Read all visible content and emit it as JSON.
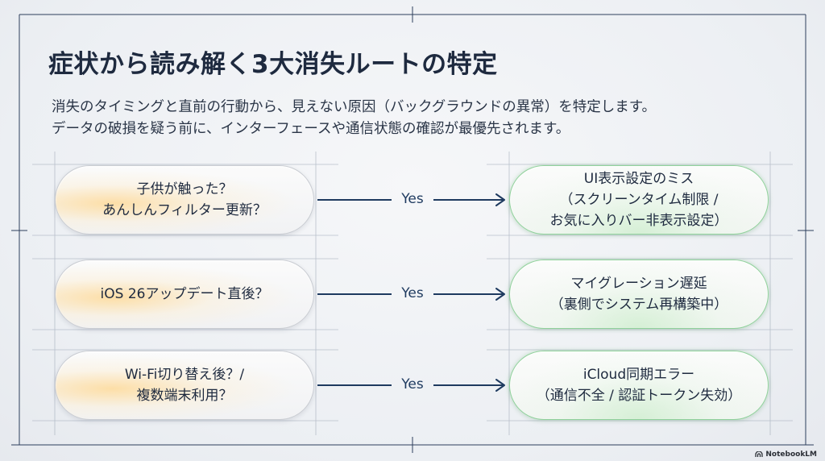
{
  "title": "症状から読み解く3大消失ルートの特定",
  "subtitle": [
    "消失のタイミングと直前の行動から、見えない原因（バックグラウンドの異常）を特定します。",
    "データの破損を疑う前に、インターフェースや通信状態の確認が最優先されます。"
  ],
  "rows": [
    {
      "symptom": [
        "子供が触った？",
        "あんしんフィルター更新？"
      ],
      "connector": "Yes",
      "cause": [
        "UI表示設定のミス",
        "（スクリーンタイム制限 /",
        "お気に入りバー非表示設定）"
      ]
    },
    {
      "symptom": [
        "iOS 26アップデート直後？"
      ],
      "connector": "Yes",
      "cause": [
        "マイグレーション遅延",
        "（裏側でシステム再構築中）"
      ]
    },
    {
      "symptom": [
        "Wi-Fi切り替え後？/",
        "複数端末利用？"
      ],
      "connector": "Yes",
      "cause": [
        "iCloud同期エラー",
        "（通信不全 / 認証トークン失効）"
      ]
    }
  ],
  "brand": "NotebookLM",
  "colors": {
    "title": "#1e2a3f",
    "arrow": "#1e3a5f",
    "cause_border": "#8fd19a",
    "symptom_glow": "#ffd68c",
    "guide_lines": "#2d3f5c"
  }
}
